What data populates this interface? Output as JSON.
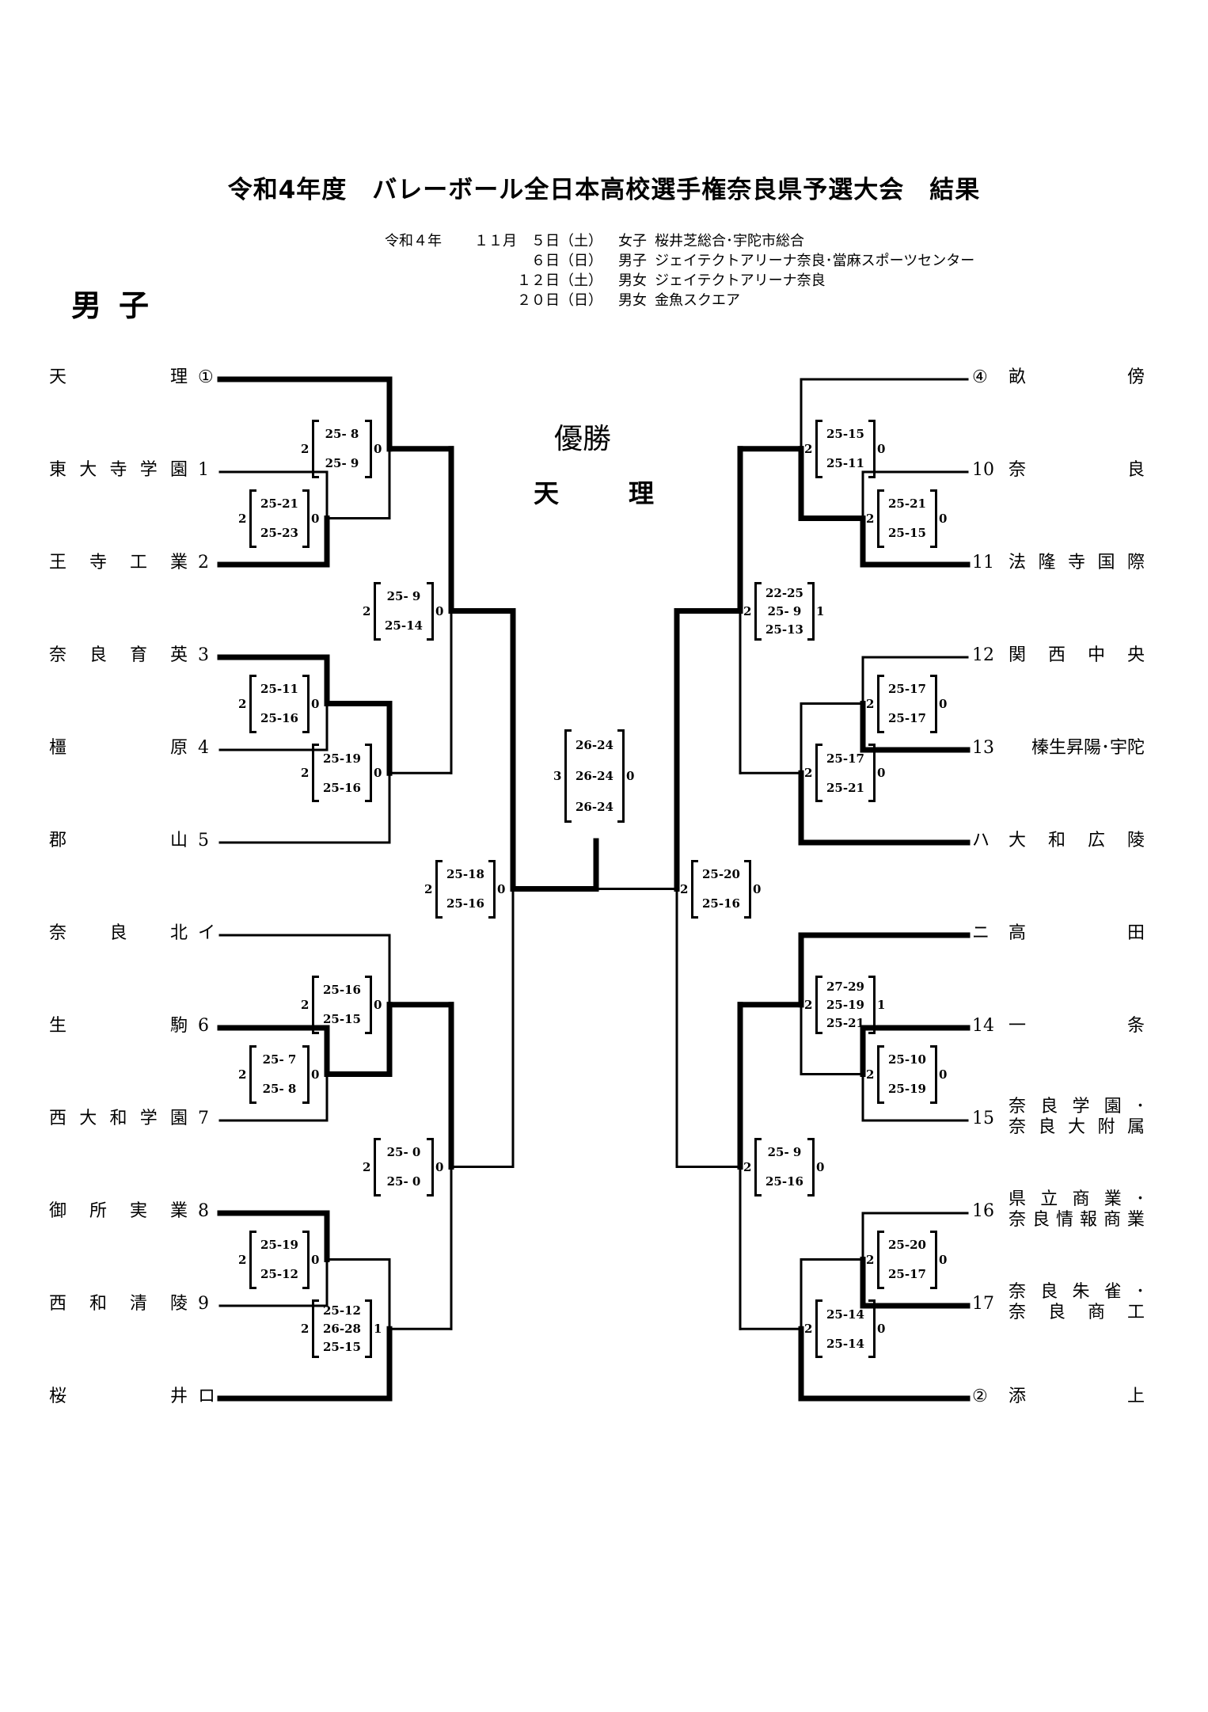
{
  "title": "令和4年度　バレーボール全日本高校選手権奈良県予選大会　結果",
  "schedule": [
    {
      "year": "令和４年",
      "date": "１１月　５日（土）",
      "category": "女子",
      "venue": "桜井芝総合･宇陀市総合"
    },
    {
      "year": "",
      "date": "６日（日）",
      "category": "男子",
      "venue": "ジェイテクトアリーナ奈良･當麻スポーツセンター"
    },
    {
      "year": "",
      "date": "１２日（土）",
      "category": "男女",
      "venue": "ジェイテクトアリーナ奈良"
    },
    {
      "year": "",
      "date": "２０日（日）",
      "category": "男女",
      "venue": "金魚スクエア"
    }
  ],
  "gender_heading": "男子",
  "champion": {
    "label": "優勝",
    "name": "天理"
  },
  "left_teams": [
    {
      "seed": "①",
      "name": [
        "天",
        "理"
      ]
    },
    {
      "seed": "1",
      "name": [
        "東",
        "大",
        "寺",
        "学",
        "園"
      ]
    },
    {
      "seed": "2",
      "name": [
        "王",
        "寺",
        "工",
        "業"
      ]
    },
    {
      "seed": "3",
      "name": [
        "奈",
        "良",
        "育",
        "英"
      ]
    },
    {
      "seed": "4",
      "name": [
        "橿",
        "原"
      ]
    },
    {
      "seed": "5",
      "name": [
        "郡",
        "山"
      ]
    },
    {
      "seed": "イ",
      "name": [
        "奈",
        "良",
        "北"
      ]
    },
    {
      "seed": "6",
      "name": [
        "生",
        "駒"
      ]
    },
    {
      "seed": "7",
      "name": [
        "西",
        "大",
        "和",
        "学",
        "園"
      ]
    },
    {
      "seed": "8",
      "name": [
        "御",
        "所",
        "実",
        "業"
      ]
    },
    {
      "seed": "9",
      "name": [
        "西",
        "和",
        "清",
        "陵"
      ]
    },
    {
      "seed": "ロ",
      "name": [
        "桜",
        "井"
      ]
    }
  ],
  "right_teams": [
    {
      "seed": "④",
      "name": [
        "畝",
        "傍"
      ]
    },
    {
      "seed": "10",
      "name": [
        "奈",
        "良"
      ]
    },
    {
      "seed": "11",
      "name": [
        "法",
        "隆",
        "寺",
        "国",
        "際"
      ]
    },
    {
      "seed": "12",
      "name": [
        "関",
        "西",
        "中",
        "央"
      ]
    },
    {
      "seed": "13",
      "name": [
        "榛生昇陽･宇陀"
      ]
    },
    {
      "seed": "ハ",
      "name": [
        "大",
        "和",
        "広",
        "陵"
      ]
    },
    {
      "seed": "ニ",
      "name": [
        "高",
        "田"
      ]
    },
    {
      "seed": "14",
      "name": [
        "一",
        "条"
      ]
    },
    {
      "seed": "15",
      "lines": [
        [
          "奈",
          "良",
          "学",
          "園",
          "･"
        ],
        [
          "奈",
          "良",
          "大",
          "附",
          "属"
        ]
      ]
    },
    {
      "seed": "16",
      "lines": [
        [
          "県",
          "立",
          "商",
          "業",
          "･"
        ],
        [
          "奈",
          "良",
          "情",
          "報",
          "商",
          "業"
        ]
      ]
    },
    {
      "seed": "17",
      "lines": [
        [
          "奈",
          "良",
          "朱",
          "雀",
          "･"
        ],
        [
          "奈",
          "良",
          "商",
          "工"
        ]
      ]
    },
    {
      "seed": "②",
      "name": [
        "添",
        "上"
      ]
    }
  ],
  "matches": {
    "left": [
      {
        "id": "L1",
        "round": 1,
        "top": "team:1",
        "bottom": "team:2",
        "winner": "bottom",
        "sets_w": 2,
        "sets_l": 0,
        "scores": [
          "25-21",
          "25-23"
        ]
      },
      {
        "id": "L2",
        "round": 1,
        "top": "team:3",
        "bottom": "team:4",
        "winner": "top",
        "sets_w": 2,
        "sets_l": 0,
        "scores": [
          "25-11",
          "25-16"
        ]
      },
      {
        "id": "L3",
        "round": 1,
        "top": "team:7",
        "bottom": "team:8",
        "winner": "top",
        "sets_w": 2,
        "sets_l": 0,
        "scores": [
          "25- 7",
          "25- 8"
        ]
      },
      {
        "id": "L4",
        "round": 1,
        "top": "team:9",
        "bottom": "team:10",
        "winner": "top",
        "sets_w": 2,
        "sets_l": 0,
        "scores": [
          "25-19",
          "25-12"
        ]
      },
      {
        "id": "L5",
        "round": 2,
        "top": "team:0",
        "bottom": "L1",
        "winner": "top",
        "sets_w": 2,
        "sets_l": 0,
        "scores": [
          "25- 8",
          "25- 9"
        ]
      },
      {
        "id": "L6",
        "round": 2,
        "top": "L2",
        "bottom": "team:5",
        "winner": "top",
        "sets_w": 2,
        "sets_l": 0,
        "scores": [
          "25-19",
          "25-16"
        ]
      },
      {
        "id": "L7",
        "round": 2,
        "top": "team:6",
        "bottom": "L3",
        "winner": "bottom",
        "sets_w": 2,
        "sets_l": 0,
        "scores": [
          "25-16",
          "25-15"
        ]
      },
      {
        "id": "L8",
        "round": 2,
        "top": "L4",
        "bottom": "team:11",
        "winner": "bottom",
        "sets_w": 2,
        "sets_l": 1,
        "scores": [
          "25-12",
          "26-28",
          "25-15"
        ]
      },
      {
        "id": "L9",
        "round": 3,
        "top": "L5",
        "bottom": "L6",
        "winner": "top",
        "sets_w": 2,
        "sets_l": 0,
        "scores": [
          "25- 9",
          "25-14"
        ]
      },
      {
        "id": "L10",
        "round": 3,
        "top": "L7",
        "bottom": "L8",
        "winner": "top",
        "sets_w": 2,
        "sets_l": 0,
        "scores": [
          "25- 0",
          "25- 0"
        ]
      },
      {
        "id": "L11",
        "round": 4,
        "top": "L9",
        "bottom": "L10",
        "winner": "top",
        "sets_w": 2,
        "sets_l": 0,
        "scores": [
          "25-18",
          "25-16"
        ]
      }
    ],
    "right": [
      {
        "id": "R1",
        "round": 1,
        "top": "team:1",
        "bottom": "team:2",
        "winner": "bottom",
        "sets_w": 2,
        "sets_l": 0,
        "scores": [
          "25-21",
          "25-15"
        ]
      },
      {
        "id": "R2",
        "round": 1,
        "top": "team:3",
        "bottom": "team:4",
        "winner": "bottom",
        "sets_w": 2,
        "sets_l": 0,
        "scores": [
          "25-17",
          "25-17"
        ]
      },
      {
        "id": "R3",
        "round": 1,
        "top": "team:7",
        "bottom": "team:8",
        "winner": "top",
        "sets_w": 2,
        "sets_l": 0,
        "scores": [
          "25-10",
          "25-19"
        ]
      },
      {
        "id": "R4",
        "round": 1,
        "top": "team:9",
        "bottom": "team:10",
        "winner": "bottom",
        "sets_w": 2,
        "sets_l": 0,
        "scores": [
          "25-20",
          "25-17"
        ]
      },
      {
        "id": "R5",
        "round": 2,
        "top": "team:0",
        "bottom": "R1",
        "winner": "bottom",
        "sets_w": 2,
        "sets_l": 0,
        "scores": [
          "25-15",
          "25-11"
        ]
      },
      {
        "id": "R6",
        "round": 2,
        "top": "R2",
        "bottom": "team:5",
        "winner": "bottom",
        "sets_w": 2,
        "sets_l": 0,
        "scores": [
          "25-17",
          "25-21"
        ]
      },
      {
        "id": "R7",
        "round": 2,
        "top": "team:6",
        "bottom": "R3",
        "winner": "top",
        "sets_w": 2,
        "sets_l": 1,
        "scores": [
          "27-29",
          "25-19",
          "25-21"
        ]
      },
      {
        "id": "R8",
        "round": 2,
        "top": "R4",
        "bottom": "team:11",
        "winner": "bottom",
        "sets_w": 2,
        "sets_l": 0,
        "scores": [
          "25-14",
          "25-14"
        ]
      },
      {
        "id": "R9",
        "round": 3,
        "top": "R5",
        "bottom": "R6",
        "winner": "top",
        "sets_w": 2,
        "sets_l": 1,
        "scores": [
          "22-25",
          "25- 9",
          "25-13"
        ]
      },
      {
        "id": "R10",
        "round": 3,
        "top": "R7",
        "bottom": "R8",
        "winner": "top",
        "sets_w": 2,
        "sets_l": 0,
        "scores": [
          "25- 9",
          "25-16"
        ]
      },
      {
        "id": "R11",
        "round": 4,
        "top": "R9",
        "bottom": "R10",
        "winner": "top",
        "sets_w": 2,
        "sets_l": 0,
        "scores": [
          "25-20",
          "25-16"
        ]
      }
    ],
    "final": {
      "id": "F",
      "winner": "left",
      "sets_w": 3,
      "sets_l": 0,
      "scores": [
        "26-24",
        "26-24",
        "26-24"
      ]
    }
  }
}
